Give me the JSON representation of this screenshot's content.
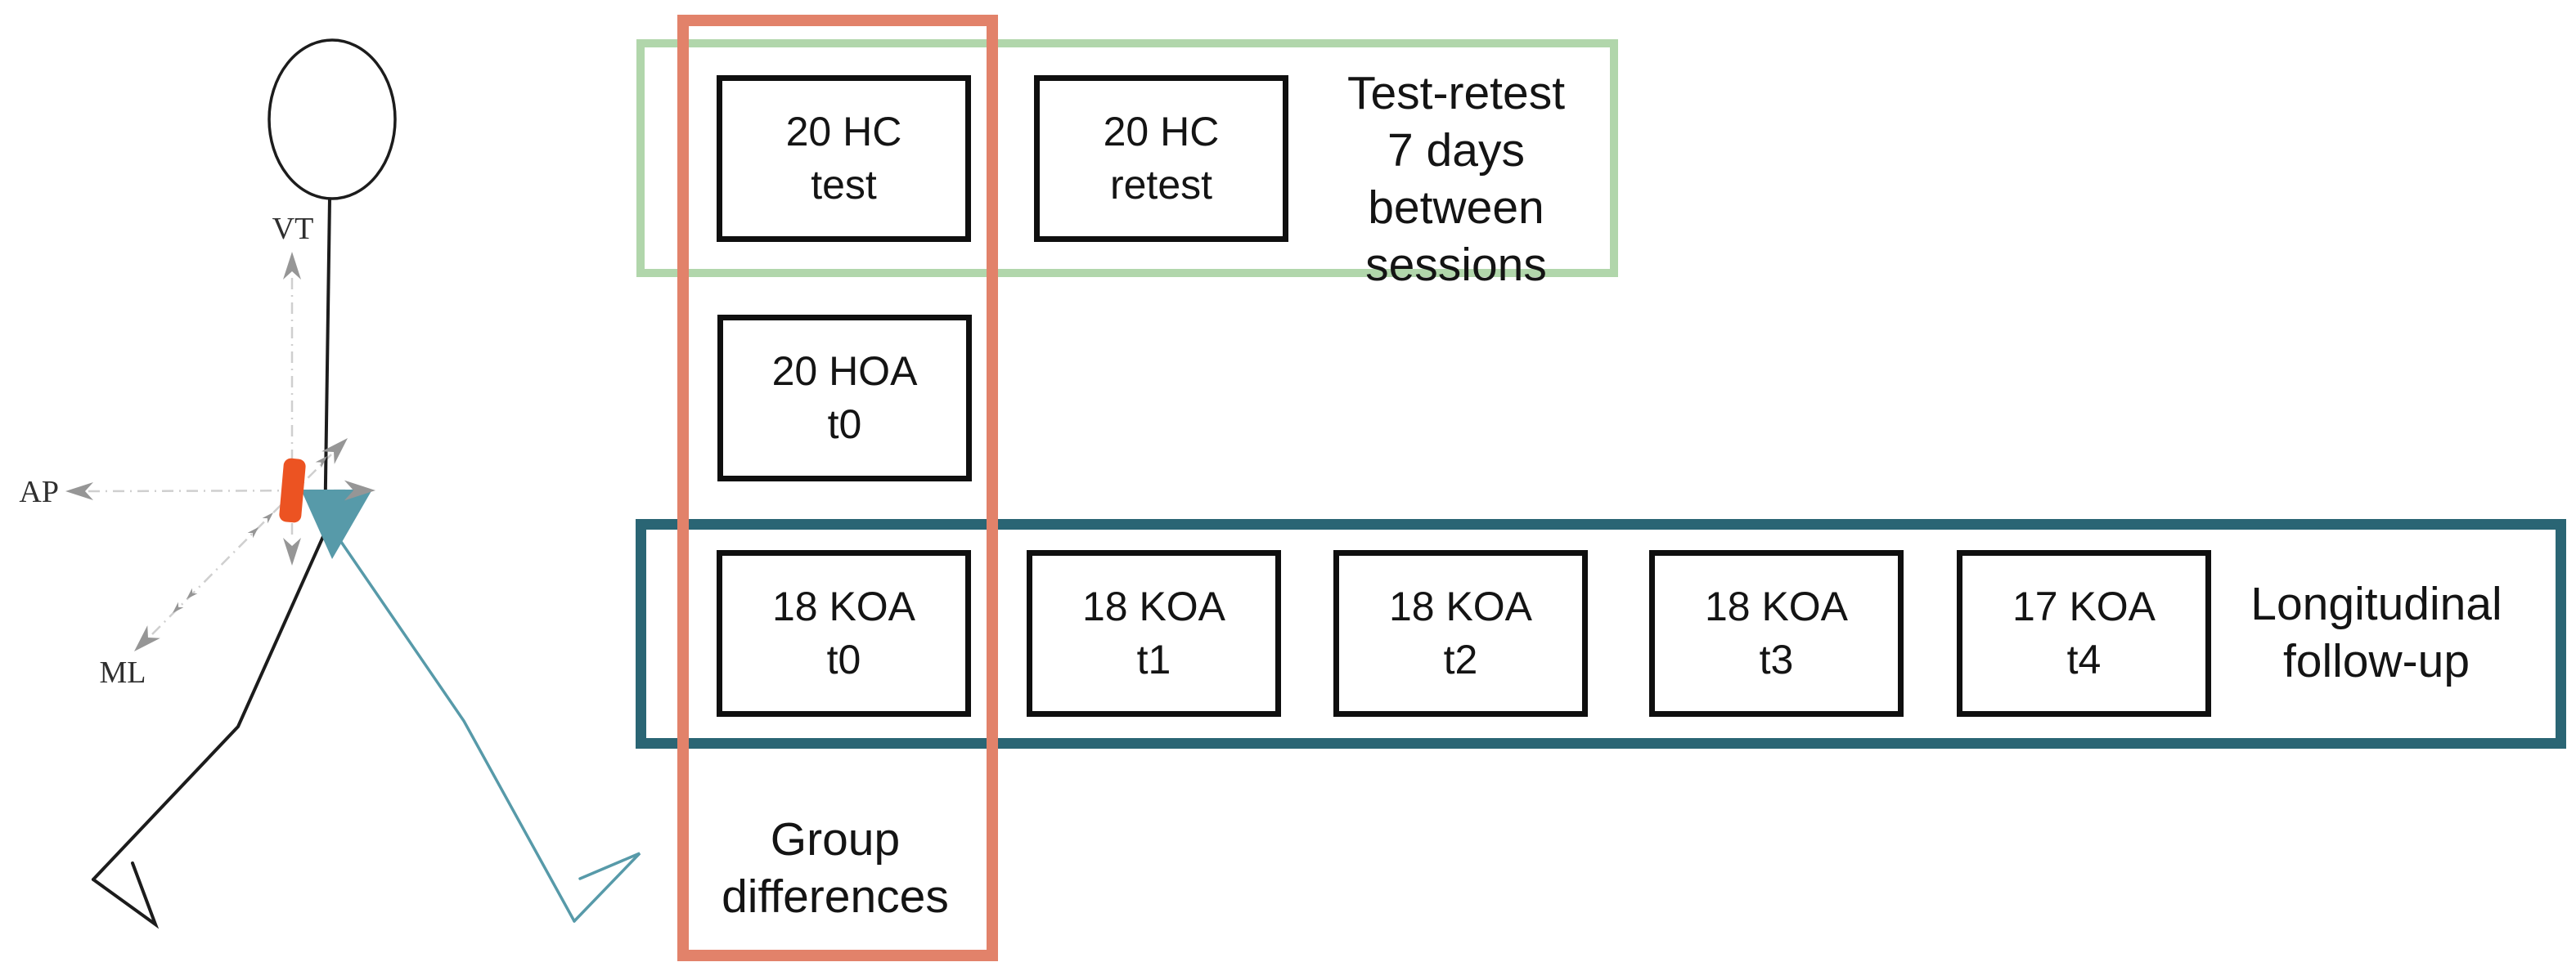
{
  "figure": {
    "description": "walking stick figure with inertial sensor on lower back",
    "axis_vt": "VT",
    "axis_ap": "AP",
    "axis_ml": "ML"
  },
  "boxes": {
    "hc_test": {
      "line1": "20 HC",
      "line2": "test"
    },
    "hc_retest": {
      "line1": "20 HC",
      "line2": "retest"
    },
    "hoa_t0": {
      "line1": "20 HOA",
      "line2": "t0"
    },
    "koa": [
      {
        "line1": "18 KOA",
        "line2": "t0"
      },
      {
        "line1": "18 KOA",
        "line2": "t1"
      },
      {
        "line1": "18 KOA",
        "line2": "t2"
      },
      {
        "line1": "18 KOA",
        "line2": "t3"
      },
      {
        "line1": "17 KOA",
        "line2": "t4"
      }
    ]
  },
  "labels": {
    "test_retest": {
      "line1": "Test-retest",
      "line2": "7 days between",
      "line3": "sessions"
    },
    "longitudinal": {
      "line1": "Longitudinal",
      "line2": "follow-up"
    },
    "group_differences": {
      "line1": "Group",
      "line2": "differences"
    }
  },
  "colors": {
    "green": "#b1d6ab",
    "salmon": "#e2826a",
    "teal_dark": "#2a6574",
    "teal_figure": "#579aa9",
    "orange_sensor": "#ec5322",
    "gray_head": "#969696",
    "gray_dash": "#cfcfcf",
    "ink": "#141414"
  }
}
